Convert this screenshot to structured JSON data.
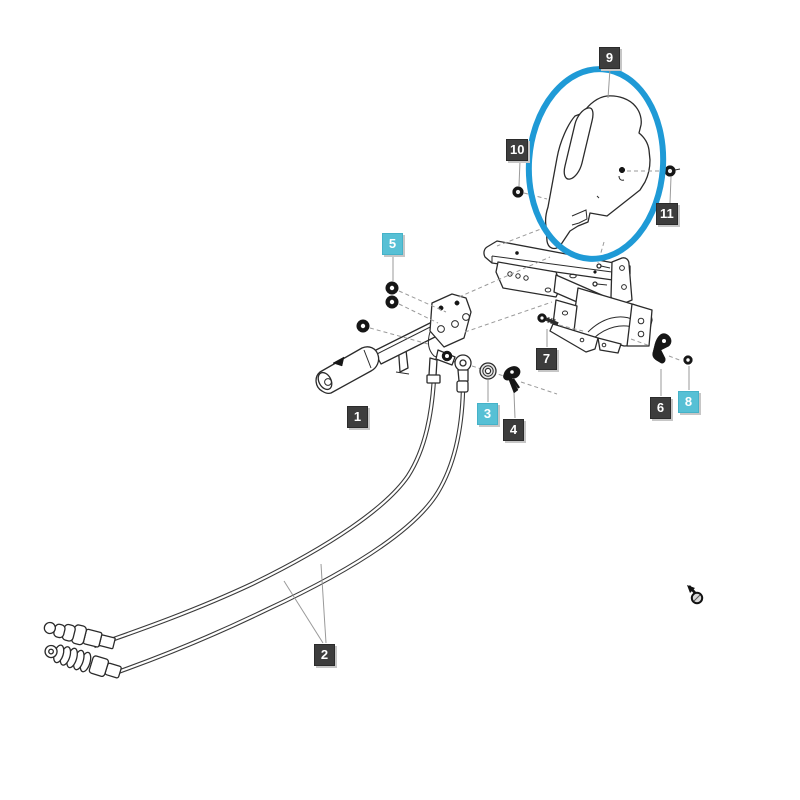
{
  "diagram": {
    "background": "#ffffff",
    "colors": {
      "highlight_ellipse": "#1f9ad6",
      "callout_bg": "#3d3d3d",
      "callout_highlight_bg": "#57c0d5",
      "callout_text": "#ffffff",
      "callout_shadow": "#c6c6c6",
      "line_art": "#2b2b2b",
      "guide_lines": "#9a9a9a"
    },
    "callouts": [
      {
        "number": "1",
        "highlighted": false
      },
      {
        "number": "2",
        "highlighted": false
      },
      {
        "number": "3",
        "highlighted": true
      },
      {
        "number": "4",
        "highlighted": false
      },
      {
        "number": "5",
        "highlighted": true
      },
      {
        "number": "6",
        "highlighted": false
      },
      {
        "number": "7",
        "highlighted": false
      },
      {
        "number": "8",
        "highlighted": true
      },
      {
        "number": "9",
        "highlighted": false
      },
      {
        "number": "10",
        "highlighted": false
      },
      {
        "number": "11",
        "highlighted": false
      }
    ],
    "icons": {
      "cursor_artifact_icon": "small dark magnifier-pointer mark"
    }
  }
}
